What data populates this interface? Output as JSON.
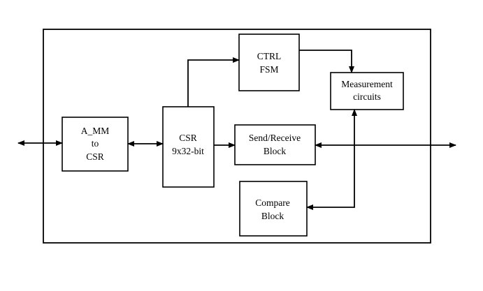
{
  "blocks": {
    "amm": {
      "line1": "A_MM",
      "line2": "to",
      "line3": "CSR"
    },
    "csr": {
      "line1": "CSR",
      "line2": "9x32-bit"
    },
    "ctrl": {
      "line1": "CTRL",
      "line2": "FSM"
    },
    "meas": {
      "line1": "Measurement",
      "line2": "circuits"
    },
    "send": {
      "line1": "Send/Receive",
      "line2": "Block"
    },
    "comp": {
      "line1": "Compare",
      "line2": "Block"
    }
  },
  "colors": {
    "stroke": "#000000",
    "background": "#ffffff"
  }
}
